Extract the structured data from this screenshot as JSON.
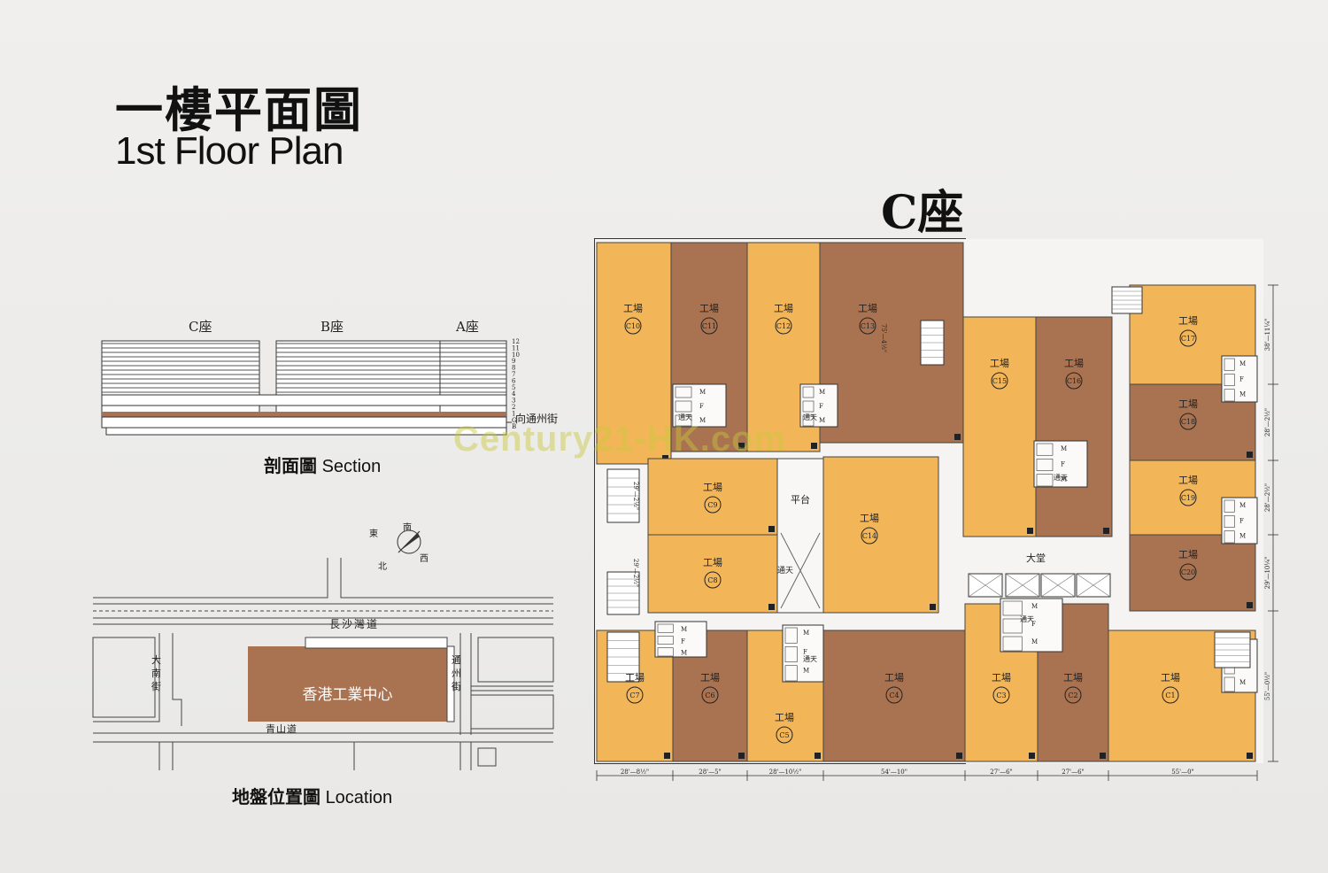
{
  "title": {
    "zh": "一樓平面圖",
    "en": "1st Floor Plan"
  },
  "block_title": "C座",
  "watermark": "Century21-HK.com",
  "section": {
    "caption_zh": "剖面圖",
    "caption_en": "Section",
    "blocks": [
      "C座",
      "B座",
      "A座"
    ],
    "floors": [
      "12",
      "11",
      "10",
      "9",
      "8",
      "7",
      "6",
      "5",
      "4",
      "3",
      "2",
      "1",
      "G",
      "B"
    ],
    "street_note": "向通州街"
  },
  "location": {
    "caption_zh": "地盤位置圖",
    "caption_en": "Location",
    "building": "香港工業中心",
    "streets": {
      "north": "長沙灣道",
      "south": "青山道",
      "west": "大南街",
      "east": "通州街"
    },
    "compass": {
      "n": "南",
      "e": "東",
      "s": "北",
      "w": "西"
    }
  },
  "plan": {
    "colors": {
      "light": "#f2b659",
      "dark": "#a97250",
      "corridor": "#f5f4f2",
      "wall": "#333333"
    },
    "unit_type": "工場",
    "units": [
      "C1",
      "C2",
      "C3",
      "C4",
      "C5",
      "C6",
      "C7",
      "C8",
      "C9",
      "C10",
      "C11",
      "C12",
      "C13",
      "C14",
      "C15",
      "C16",
      "C17",
      "C18",
      "C19",
      "C20"
    ],
    "labels": {
      "platform": "平台",
      "void": "通天",
      "lobby": "大堂",
      "m": "M",
      "f": "F"
    },
    "bottom_dims": [
      "28'—8½\"",
      "28'—5\"",
      "28'—10½\"",
      "54'—10\"",
      "27'—6\"",
      "27'—6\"",
      "55'—0\""
    ],
    "right_dims": [
      "38'—11¼\"",
      "28'—2½\"",
      "28'—2½\"",
      "29'—10¼\"",
      "55'—0½\""
    ],
    "inner_dims": [
      "75'—4½\"",
      "29'—2½\"",
      "29'—2½\""
    ]
  }
}
